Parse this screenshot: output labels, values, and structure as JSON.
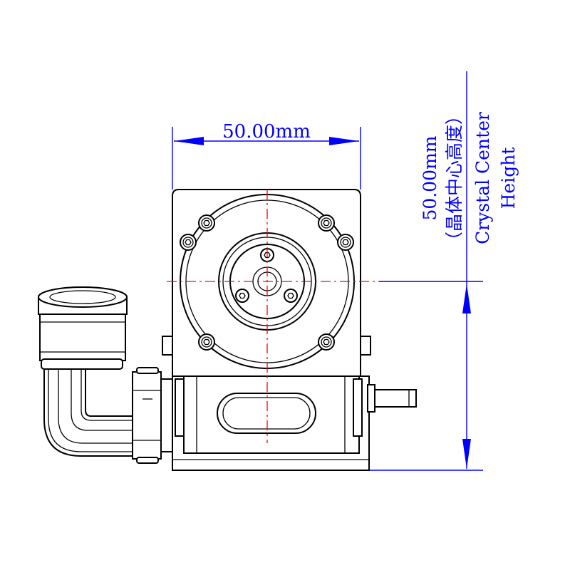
{
  "dimensions": {
    "width_label": "50.00mm",
    "height_value": "50.00mm",
    "height_cn": "（晶体中心高度）",
    "height_en_line1": "Crystal Center",
    "height_en_line2": "Height"
  },
  "colors": {
    "dimension": "#0000ff",
    "centerline": "#ff0000",
    "outline": "#000000"
  }
}
